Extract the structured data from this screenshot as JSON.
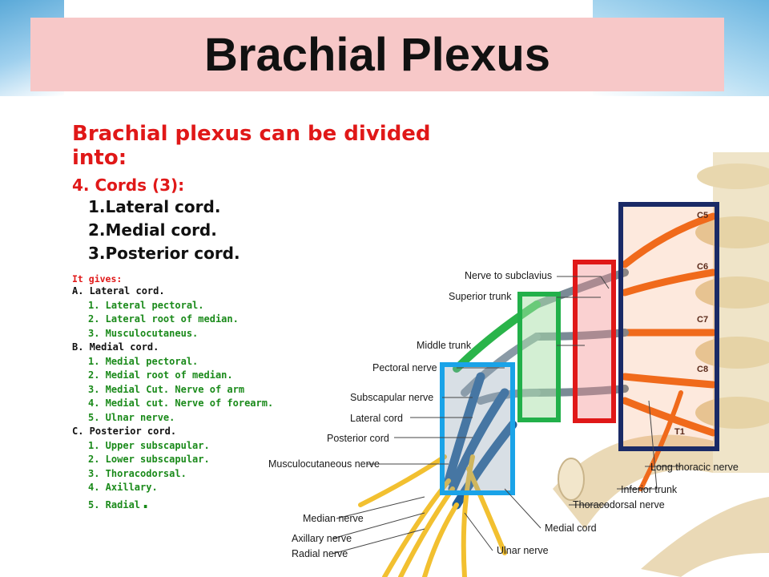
{
  "slide": {
    "title": "Brachial Plexus",
    "intro": "Brachial plexus can be divided into:",
    "cords_heading": "4. Cords (3):",
    "cords": [
      "1.Lateral cord.",
      "2.Medial cord.",
      "3.Posterior cord."
    ],
    "gives_label": "It gives:",
    "groups": [
      {
        "title": "A. Lateral cord.",
        "items": [
          "1. Lateral pectoral.",
          "2. Lateral root of median.",
          "3. Musculocutaneus."
        ]
      },
      {
        "title": "B. Medial cord.",
        "items": [
          "1. Medial pectoral.",
          "2. Medial root of median.",
          "3. Medial Cut. Nerve of arm",
          "4. Medial cut. Nerve of forearm.",
          "5. Ulnar nerve."
        ]
      },
      {
        "title": "C. Posterior cord.",
        "items": [
          "1. Upper subscapular.",
          "2. Lower subscapular.",
          "3. Thoracodorsal.",
          "4. Axillary."
        ]
      }
    ],
    "last_item": "5. Radial",
    "last_item_dot": "."
  },
  "figure": {
    "vertebra_labels": [
      "C5",
      "C6",
      "C7",
      "C8",
      "T1"
    ],
    "left_labels": [
      "Nerve to subclavius",
      "Superior trunk",
      "Middle trunk",
      "Pectoral nerve",
      "Subscapular nerve",
      "Lateral cord",
      "Posterior cord",
      "Musculocutaneous nerve",
      "Median nerve",
      "Axillary nerve",
      "Radial nerve"
    ],
    "right_labels": [
      "Long thoracic nerve",
      "Inferior trunk",
      "Thoracodorsal nerve",
      "Medial cord",
      "Ulnar nerve"
    ],
    "box_colors": {
      "roots": "#1a2a66",
      "trunks": "#e01818",
      "divisions": "#22b04a",
      "cords": "#1aa3e8"
    },
    "nerve_colors": {
      "roots": "#f06a1c",
      "lateral": "#2ab44a",
      "posterior": "#7a8a96",
      "medial": "#1f5f9a",
      "terminal": "#f2c030"
    }
  }
}
